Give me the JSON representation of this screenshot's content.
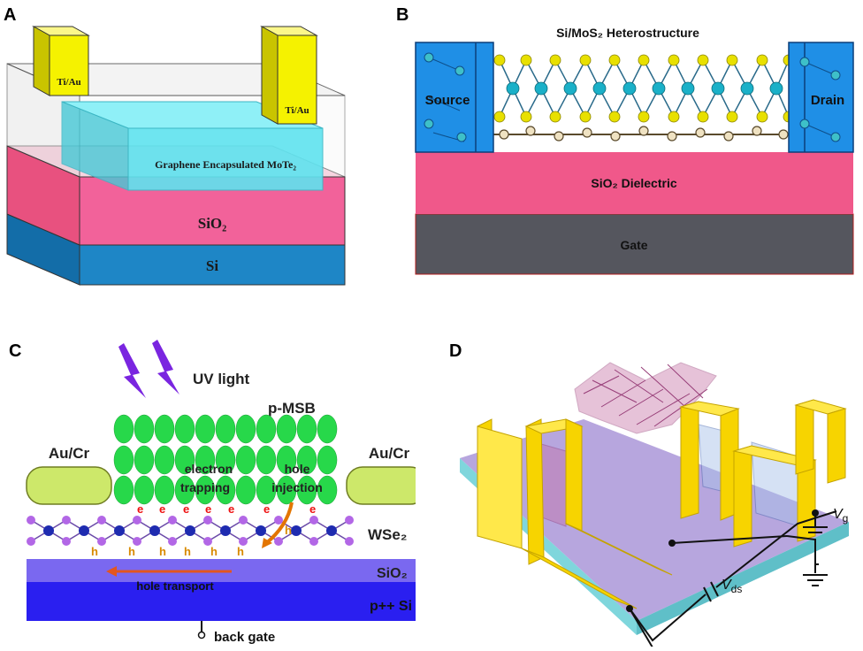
{
  "panels": {
    "a": {
      "label": "A",
      "electrode_left": "Ti/Au",
      "electrode_right": "Ti/Au",
      "channel": "Graphene Encapsulated MoTe₂",
      "oxide": "SiO₂",
      "substrate": "Si",
      "colors": {
        "electrode": "#f5f200",
        "channel": "#5fe3ef",
        "oxide": "#f2629a",
        "substrate": "#1e86c6"
      }
    },
    "b": {
      "label": "B",
      "title": "Si/MoS₂ Heterostructure",
      "source": "Source",
      "drain": "Drain",
      "dielectric": "SiO₂ Dielectric",
      "gate": "Gate",
      "colors": {
        "contact": "#1f8fe6",
        "dielectric": "#f0588a",
        "gate": "#55565e",
        "sulfur": "#e8e000",
        "molybdenum": "#1ab0c8"
      }
    },
    "c": {
      "label": "C",
      "uv": "UV light",
      "molecule": "p-MSB",
      "contact_left": "Au/Cr",
      "contact_right": "Au/Cr",
      "mechanism_left": "electron trapping",
      "mechanism_right": "hole injection",
      "semiconductor": "WSe₂",
      "oxide": "SiO₂",
      "transport": "hole transport",
      "substrate": "p++ Si",
      "gate": "back gate",
      "electron_symbol": "e",
      "hole_symbol": "h",
      "colors": {
        "molecule": "#27d84a",
        "contact": "#cde86a",
        "substrate": "#2a1ff0",
        "uv": "#7a25e0"
      }
    },
    "d": {
      "label": "D",
      "vg": "V",
      "vg_sub": "g",
      "vds": "V",
      "vds_sub": "ds",
      "colors": {
        "electrode": "#f7d400",
        "substrate": "#b7a6de",
        "edge": "#7fd6dc"
      }
    }
  }
}
